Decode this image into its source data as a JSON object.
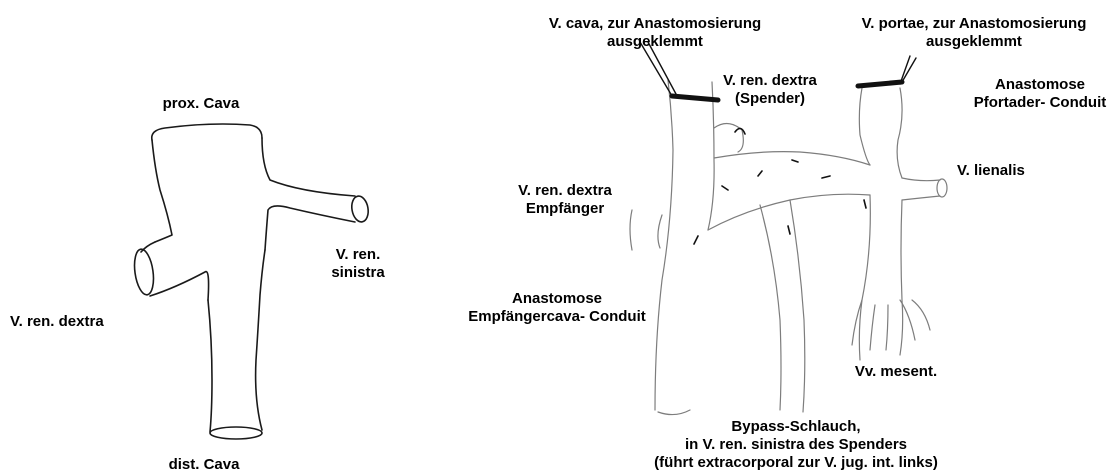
{
  "left_diagram": {
    "labels": {
      "prox_cava": "prox. Cava",
      "v_ren_sinistra_line1": "V. ren.",
      "v_ren_sinistra_line2": "sinistra",
      "v_ren_dextra": "V. ren. dextra",
      "dist_cava": "dist. Cava"
    }
  },
  "right_diagram": {
    "labels": {
      "v_cava_clamped_line1": "V. cava, zur Anastomosierung",
      "v_cava_clamped_line2": "ausgeklemmt",
      "v_portae_clamped_line1": "V. portae, zur Anastomosierung",
      "v_portae_clamped_line2": "ausgeklemmt",
      "v_ren_dextra_donor_line1": "V. ren. dextra",
      "v_ren_dextra_donor_line2": "(Spender)",
      "anastomose_pfortader_line1": "Anastomose",
      "anastomose_pfortader_line2": "Pfortader- Conduit",
      "v_lienalis": "V. lienalis",
      "v_ren_dextra_recipient_line1": "V. ren. dextra",
      "v_ren_dextra_recipient_line2": "Empfänger",
      "anastomose_empfaenger_line1": "Anastomose",
      "anastomose_empfaenger_line2": "Empfängercava- Conduit",
      "vv_mesent": "Vv. mesent.",
      "bypass_line1": "Bypass-Schlauch,",
      "bypass_line2": "in V. ren. sinistra des Spenders",
      "bypass_line3": "(führt extracorporal zur V. jug. int. links)"
    }
  },
  "colors": {
    "ink": "#000000",
    "sketch": "#2a2a2a",
    "faint_sketch": "#8a8a8a",
    "background": "#ffffff"
  }
}
